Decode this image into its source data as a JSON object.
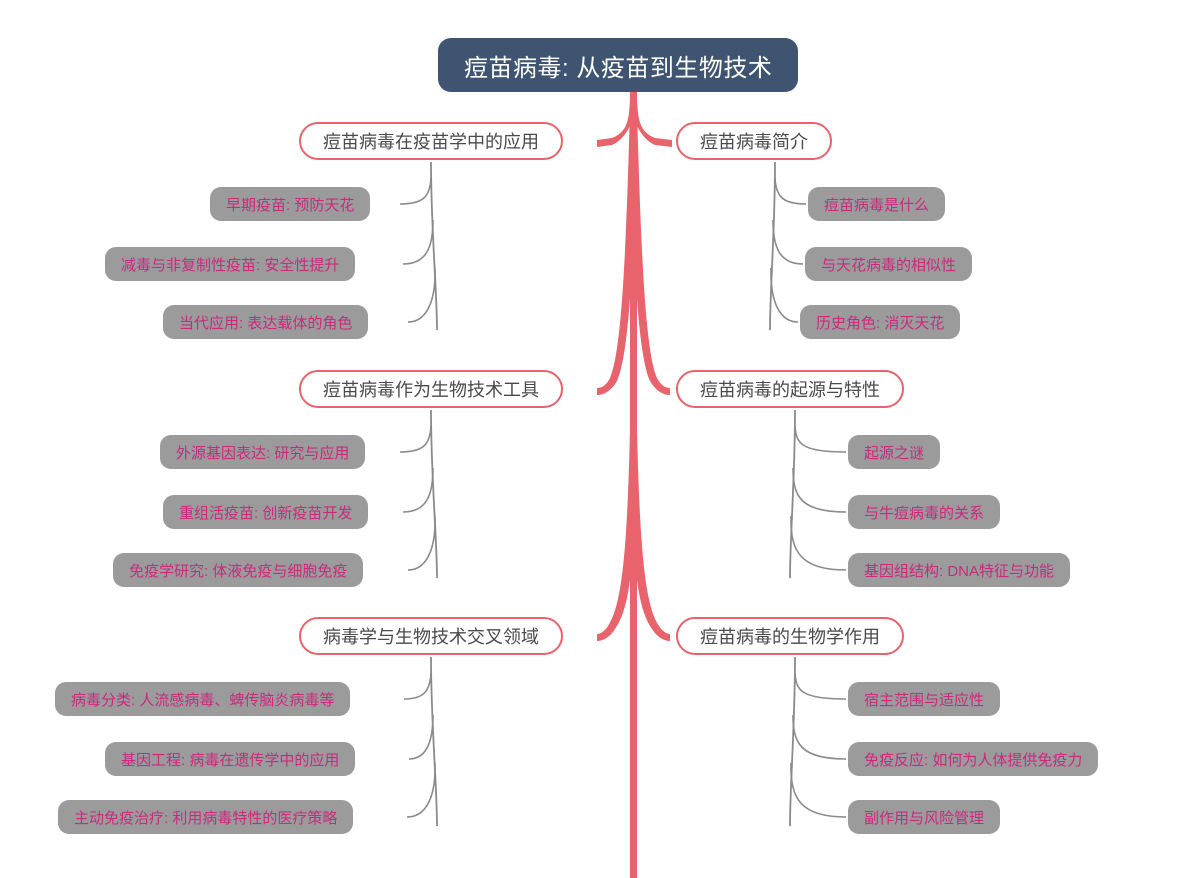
{
  "diagram": {
    "type": "mindmap",
    "title": "痘苗病毒: 从疫苗到生物技术",
    "colors": {
      "root_fill": "#3e5470",
      "root_text": "#ffffff",
      "branch_fill": "#ffffff",
      "branch_border": "#e8636b",
      "branch_text": "#4a4a4a",
      "leaf_fill": "#9b9b9b",
      "leaf_text": "#c92a7d",
      "trunk_link": "#e8636b",
      "leaf_link": "#8a8a8a",
      "background": "#ffffff"
    },
    "root": {
      "label": "痘苗病毒: 从疫苗到生物技术"
    },
    "branches": [
      {
        "id": "vaccinology-application",
        "label": "痘苗病毒在疫苗学中的应用",
        "side": "left",
        "children": [
          {
            "label": "早期疫苗: 预防天花"
          },
          {
            "label": "减毒与非复制性疫苗: 安全性提升"
          },
          {
            "label": "当代应用: 表达载体的角色"
          }
        ]
      },
      {
        "id": "introduction",
        "label": "痘苗病毒简介",
        "side": "right",
        "children": [
          {
            "label": "痘苗病毒是什么"
          },
          {
            "label": "与天花病毒的相似性"
          },
          {
            "label": "历史角色: 消灭天花"
          }
        ]
      },
      {
        "id": "biotech-tool",
        "label": "痘苗病毒作为生物技术工具",
        "side": "left",
        "children": [
          {
            "label": "外源基因表达: 研究与应用"
          },
          {
            "label": "重组活疫苗: 创新疫苗开发"
          },
          {
            "label": "免疫学研究: 体液免疫与细胞免疫"
          }
        ]
      },
      {
        "id": "origin-traits",
        "label": "痘苗病毒的起源与特性",
        "side": "right",
        "children": [
          {
            "label": "起源之谜"
          },
          {
            "label": "与牛痘病毒的关系"
          },
          {
            "label": "基因组结构: DNA特征与功能"
          }
        ]
      },
      {
        "id": "virology-biotech-cross",
        "label": "病毒学与生物技术交叉领域",
        "side": "left",
        "children": [
          {
            "label": "病毒分类: 人流感病毒、蜱传脑炎病毒等"
          },
          {
            "label": "基因工程: 病毒在遗传学中的应用"
          },
          {
            "label": "主动免疫治疗: 利用病毒特性的医疗策略"
          }
        ]
      },
      {
        "id": "biological-role",
        "label": "痘苗病毒的生物学作用",
        "side": "right",
        "children": [
          {
            "label": "宿主范围与适应性"
          },
          {
            "label": "免疫反应: 如何为人体提供免疫力"
          },
          {
            "label": "副作用与风险管理"
          }
        ]
      }
    ]
  }
}
